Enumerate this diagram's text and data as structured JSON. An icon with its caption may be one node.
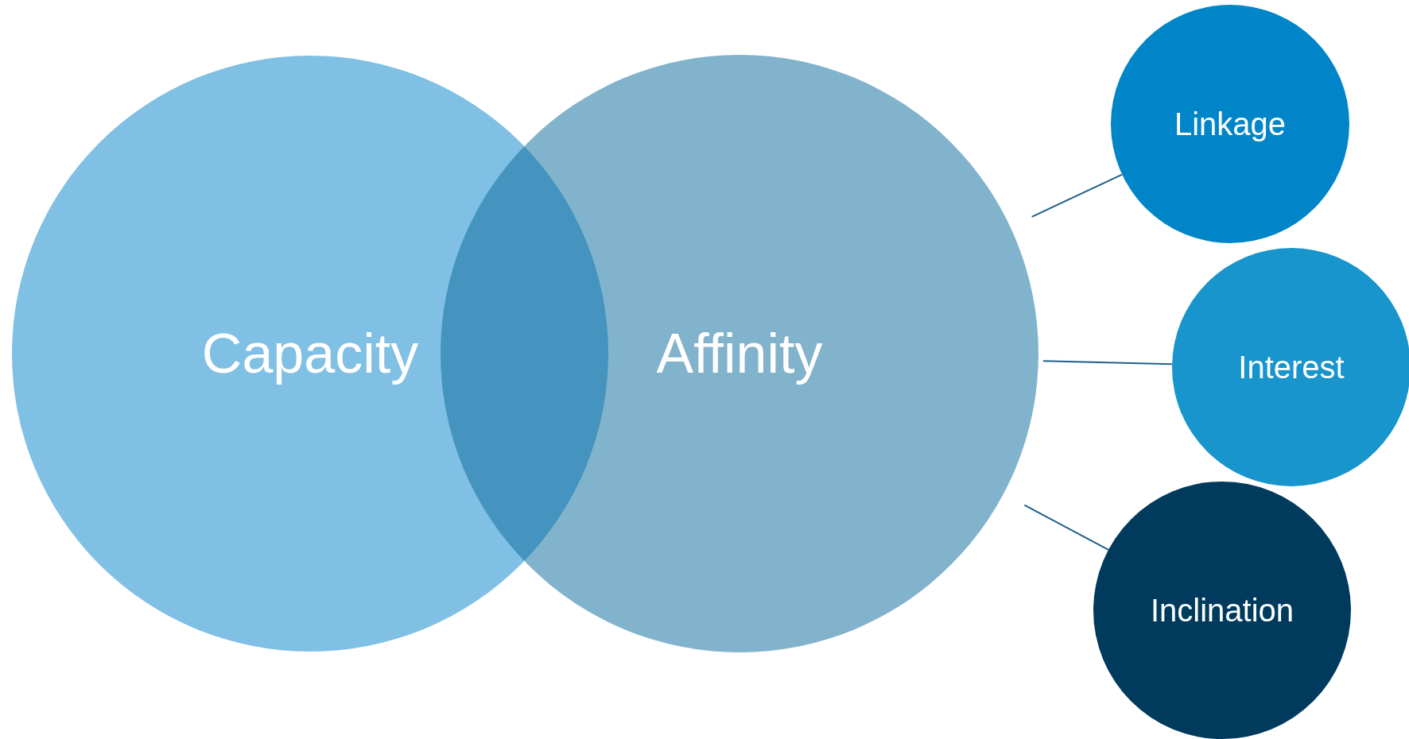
{
  "diagram": {
    "nodes": [
      {
        "text": [
          "Capacity"
        ]
      },
      {
        "text": [
          "Affinity"
        ]
      },
      {
        "text": [
          "Linkage"
        ]
      },
      {
        "text": [
          "Interest"
        ]
      },
      {
        "text": [
          "Inclination"
        ]
      }
    ],
    "edges": [
      {
        "from": 1,
        "to": 2,
        "arrow": "none"
      },
      {
        "from": 1,
        "to": 3,
        "arrow": "none"
      },
      {
        "from": 1,
        "to": 4,
        "arrow": "none"
      }
    ]
  }
}
